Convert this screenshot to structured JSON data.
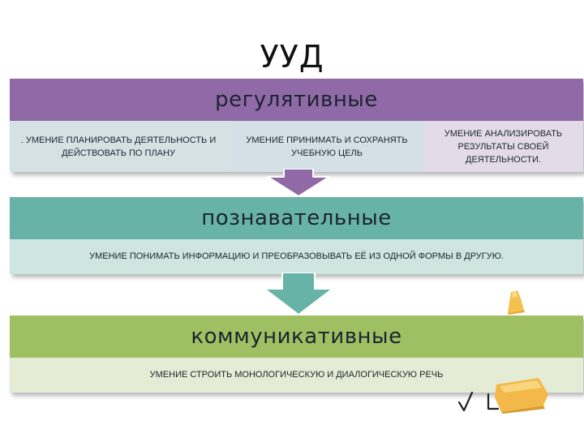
{
  "title": "УУД",
  "sections": {
    "regulatory": {
      "header": "регулятивные",
      "items": [
        ". УМЕНИЕ ПЛАНИРОВАТЬ ДЕЯТЕЛЬНОСТЬ И ДЕЙСТВОВАТЬ ПО ПЛАНУ",
        "УМЕНИЕ ПРИНИМАТЬ И СОХРАНЯТЬ УЧЕБНУЮ ЦЕЛЬ",
        "УМЕНИЕ АНАЛИЗИРОВАТЬ РЕЗУЛЬТАТЫ СВОЕЙ ДЕЯТЕЛЬНОСТИ."
      ]
    },
    "cognitive": {
      "header": "познавательные",
      "body": "УМЕНИЕ ПОНИМАТЬ ИНФОРМАЦИЮ И ПРЕОБРАЗОВЫВАТЬ ЕЁ ИЗ ОДНОЙ ФОРМЫ В ДРУГУЮ."
    },
    "communicative": {
      "header": "коммуникативные",
      "body": "УМЕНИЕ СТРОИТЬ МОНОЛОГИЧЕСКУЮ И ДИАЛОГИЧЕСКУЮ РЕЧЬ"
    }
  },
  "colors": {
    "regulatory_header": "#8f6aa7",
    "cognitive_header": "#67b3a7",
    "communicative_header": "#9fc062",
    "regulatory_arrow": "#8f6aa7",
    "cognitive_arrow": "#67b3a7"
  },
  "decorations": [
    "pencil-icon",
    "checkmark-icon"
  ]
}
